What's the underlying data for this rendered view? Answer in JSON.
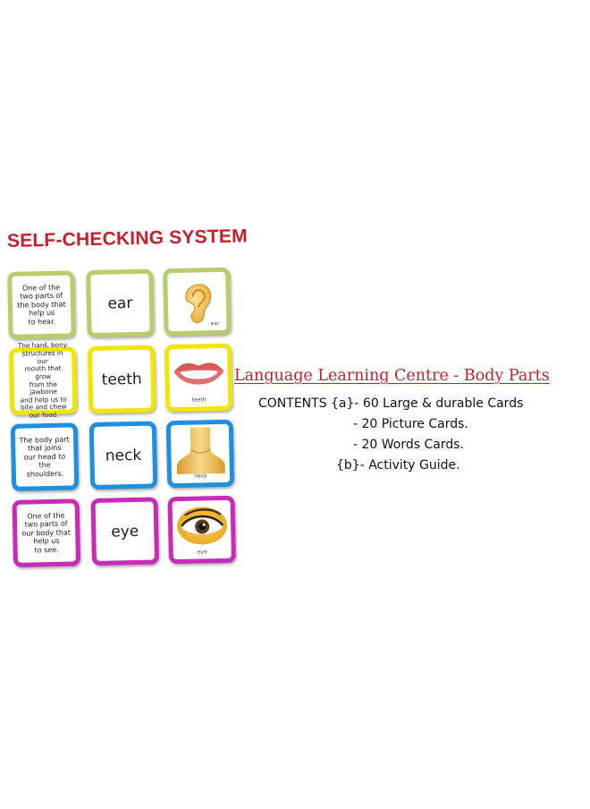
{
  "heading": "SELF-CHECKING SYSTEM",
  "cards": [
    {
      "desc": "One of the\ntwo parts of\nthe body that\nhelp us\nto hear.",
      "word": "ear",
      "picture_label": "ear",
      "picture_icon": "ear-icon",
      "color": "#b6cf6a"
    },
    {
      "desc": "The hard, bony\nstructures in our\nmouth that grow\nfrom the jawbone\nand help us to\nbite and chew\nour food.",
      "word": "teeth",
      "picture_label": "teeth",
      "picture_icon": "lips-teeth-icon",
      "color": "#f2e600"
    },
    {
      "desc": "The body part\nthat joins\nour head to the\nshoulders.",
      "word": "neck",
      "picture_label": "neck",
      "picture_icon": "neck-icon",
      "color": "#1f8fe0"
    },
    {
      "desc": "One of the\ntwo parts of\nour body that\nhelp us\nto see.",
      "word": "eye",
      "picture_label": "eye",
      "picture_icon": "eye-icon",
      "color": "#c82bb8"
    }
  ],
  "product": {
    "title": "Language Learning Centre - Body Parts",
    "contents_line": "CONTENTS {a}- 60 Large & durable Cards",
    "picture_cards": "- 20 Picture Cards.",
    "word_cards": "- 20 Words Cards.",
    "activity_guide": "{b}- Activity Guide."
  },
  "colors": {
    "heading": "#c5202a",
    "title": "#c5202a"
  }
}
